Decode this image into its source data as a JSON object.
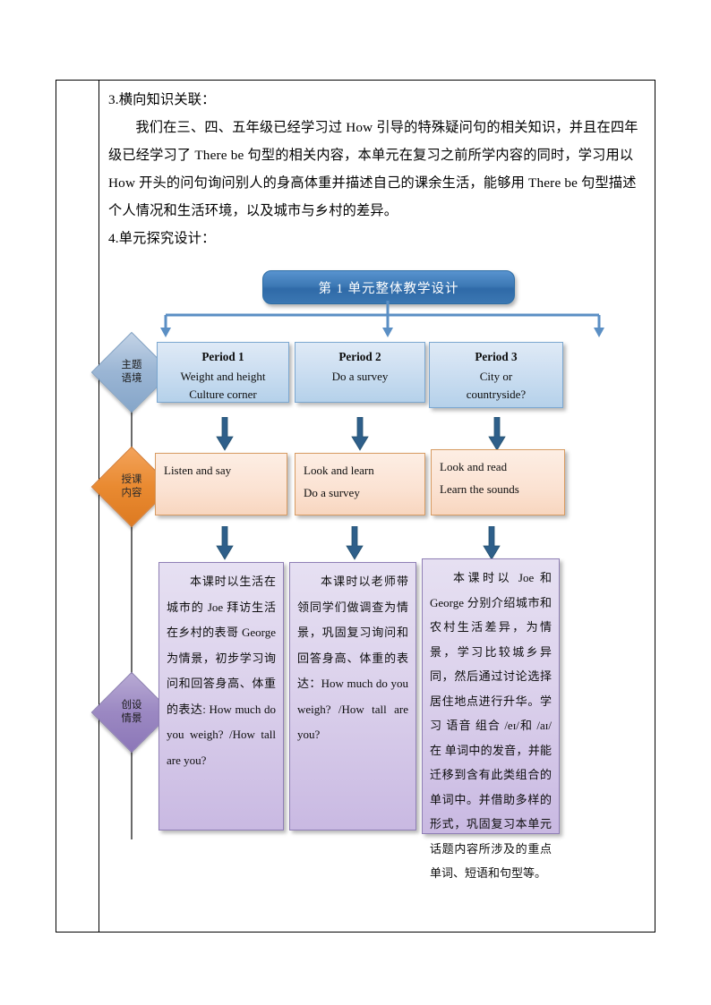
{
  "document": {
    "paragraphs": [
      "3.横向知识关联：",
      "我们在三、四、五年级已经学习过 How 引导的特殊疑问句的相关知识，并且在四年级已经学习了 There be 句型的相关内容，本单元在复习之前所学内容的同时，学习用以 How 开头的问句询问别人的身高体重并描述自己的课余生活，能够用 There be 句型描述个人情况和生活环境，以及城市与乡村的差异。",
      "4.单元探究设计："
    ]
  },
  "diagram": {
    "title": "第 1 单元整体教学设计",
    "row_labels": {
      "theme": {
        "line1": "主题",
        "line2": "语境"
      },
      "content": {
        "line1": "授课",
        "line2": "内容"
      },
      "scenario": {
        "line1": "创设",
        "line2": "情景"
      }
    },
    "periods": [
      {
        "title": "Period 1",
        "lines": [
          "Weight  and height",
          "Culture corner"
        ]
      },
      {
        "title": "Period 2",
        "lines": [
          "Do a survey"
        ]
      },
      {
        "title": "Period 3",
        "lines": [
          "City  or",
          "countryside?"
        ]
      }
    ],
    "contents": [
      {
        "lines": [
          "Listen and say"
        ]
      },
      {
        "lines": [
          "Look and learn",
          "Do a survey"
        ]
      },
      {
        "lines": [
          "Look and read",
          "Learn the sounds"
        ]
      }
    ],
    "scenarios": [
      "本课时以生活在城市的 Joe 拜访生活在乡村的表哥 George 为情景，初步学习询问和回答身高、体重的表达: How much do you weigh? /How tall are you?",
      "本课时以老师带领同学们做调查为情景，巩固复习询问和回答身高、体重的表达：How much do you weigh? /How tall are you?",
      "本课时以 Joe 和 George 分别介绍城市和农村生活差异，为情景，学习比较城乡异同，然后通过讨论选择居住地点进行升华。学习 语音 组合 /eɪ/和 /aɪ/在 单词中的发音，并能迁移到含有此类组合的单词中。并借助多样的形式，巩固复习本单元话题内容所涉及的重点单词、短语和句型等。"
    ],
    "colors": {
      "title_box": "#3d79b5",
      "connector": "#5b8fc4",
      "arrow": "#2e5f8a",
      "theme_diamond": "#9ab5d4",
      "content_diamond": "#e98a31",
      "scenario_diamond": "#9b88c2",
      "period_box": "#cfe0f2",
      "content_box": "#fbe2d2",
      "scenario_box": "#dcd2ec"
    }
  }
}
